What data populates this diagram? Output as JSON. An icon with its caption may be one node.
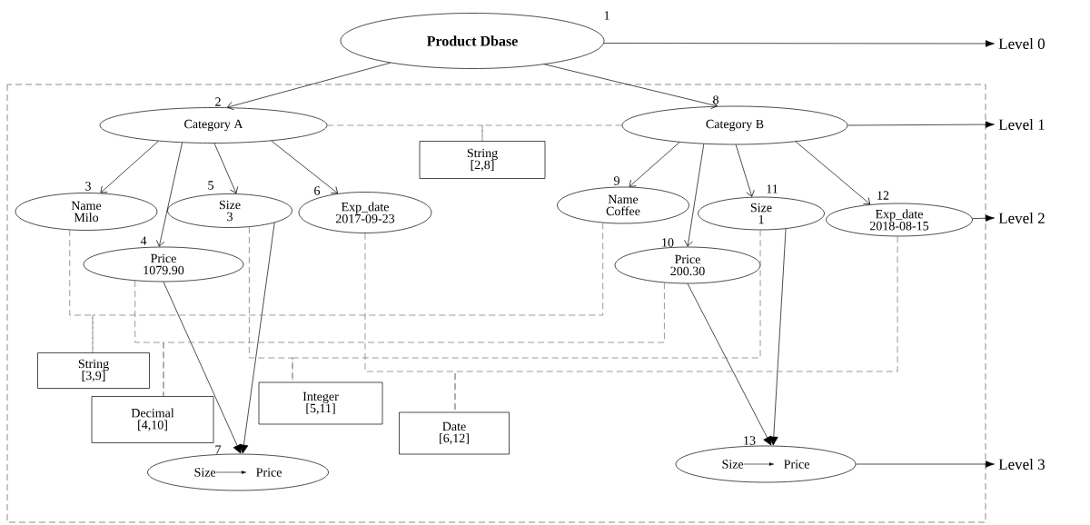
{
  "diagram": {
    "nodes": [
      {
        "text": [
          "Product Dbase"
        ],
        "beside": [
          "1"
        ]
      },
      {
        "text": [
          "Level 0"
        ]
      },
      {
        "text": [
          "Category A"
        ],
        "beside": [
          "2"
        ]
      },
      {
        "text": [
          "String",
          "[2,8]"
        ]
      },
      {
        "text": [
          "Category B"
        ],
        "beside": [
          "8"
        ]
      },
      {
        "text": [
          "Level 1"
        ]
      },
      {
        "text": [
          "Name",
          "Milo"
        ],
        "beside": [
          "3"
        ]
      },
      {
        "text": [
          "Size",
          "3"
        ],
        "beside": [
          "5"
        ]
      },
      {
        "text": [
          "Exp_date",
          "2017-09-23"
        ],
        "beside": [
          "6"
        ]
      },
      {
        "text": [
          "Name",
          "Coffee"
        ],
        "beside": [
          "9"
        ]
      },
      {
        "text": [
          "Size",
          "1"
        ],
        "beside": [
          "11"
        ]
      },
      {
        "text": [
          "Exp_date",
          "2018-08-15"
        ],
        "beside": [
          "12"
        ]
      },
      {
        "text": [
          "Level 2"
        ]
      },
      {
        "text": [
          "Price",
          "1079.90"
        ],
        "beside": [
          "4"
        ]
      },
      {
        "text": [
          "Price",
          "200.30"
        ],
        "beside": [
          "10"
        ]
      },
      {
        "text": [
          "String",
          "[3,9]"
        ]
      },
      {
        "text": [
          "Decimal",
          "[4,10]"
        ]
      },
      {
        "text": [
          "Integer",
          "[5,11]"
        ]
      },
      {
        "text": [
          "Date",
          "[6,12]"
        ]
      },
      {
        "text": [
          "Size",
          "Price"
        ],
        "beside": [
          "7"
        ]
      },
      {
        "text": [
          "Size",
          "Price"
        ],
        "beside": [
          "13"
        ]
      },
      {
        "text": [
          "Level 3"
        ]
      }
    ],
    "edges": [
      {
        "from": 0,
        "to": 1,
        "arrow": "to"
      },
      {
        "from": 0,
        "to": 2,
        "arrow": "to"
      },
      {
        "from": 0,
        "to": 4,
        "arrow": "to"
      },
      {
        "from": 2,
        "to": 6,
        "arrow": "to"
      },
      {
        "from": 2,
        "to": 13,
        "arrow": "to"
      },
      {
        "from": 2,
        "to": 7,
        "arrow": "to"
      },
      {
        "from": 2,
        "to": 8,
        "arrow": "to"
      },
      {
        "from": 4,
        "to": 9,
        "arrow": "to"
      },
      {
        "from": 4,
        "to": 14,
        "arrow": "to"
      },
      {
        "from": 4,
        "to": 10,
        "arrow": "to"
      },
      {
        "from": 4,
        "to": 11,
        "arrow": "to"
      },
      {
        "from": 4,
        "to": 5,
        "arrow": "to"
      },
      {
        "from": 11,
        "to": 12,
        "arrow": "to"
      },
      {
        "from": 7,
        "to": 19,
        "arrow": "to"
      },
      {
        "from": 13,
        "to": 19,
        "arrow": "to"
      },
      {
        "from": 14,
        "to": 20,
        "arrow": "to"
      },
      {
        "from": 10,
        "to": 20,
        "arrow": "to"
      },
      {
        "from": 20,
        "to": 21,
        "arrow": "to"
      },
      {
        "from": 2,
        "to": 3,
        "arrow": "none",
        "style": "dashed",
        "color": "#707070"
      },
      {
        "from": 4,
        "to": 3,
        "arrow": "none",
        "style": "dashed",
        "color": "#707070"
      },
      {
        "from": 6,
        "to": 15,
        "arrow": "none",
        "style": "dashed",
        "color": "#707070"
      },
      {
        "from": 9,
        "to": 15,
        "arrow": "none",
        "style": "dashed",
        "color": "#707070"
      },
      {
        "from": 13,
        "to": 16,
        "arrow": "none",
        "style": "dashed",
        "color": "#707070"
      },
      {
        "from": 14,
        "to": 16,
        "arrow": "none",
        "style": "dashed",
        "color": "#707070"
      },
      {
        "from": 7,
        "to": 17,
        "arrow": "none",
        "style": "dashed",
        "color": "#707070"
      },
      {
        "from": 10,
        "to": 17,
        "arrow": "none",
        "style": "dashed",
        "color": "#707070"
      },
      {
        "from": 8,
        "to": 18,
        "arrow": "none",
        "style": "dashed",
        "color": "#707070"
      },
      {
        "from": 11,
        "to": 18,
        "arrow": "none",
        "style": "dashed",
        "color": "#707070"
      }
    ]
  }
}
